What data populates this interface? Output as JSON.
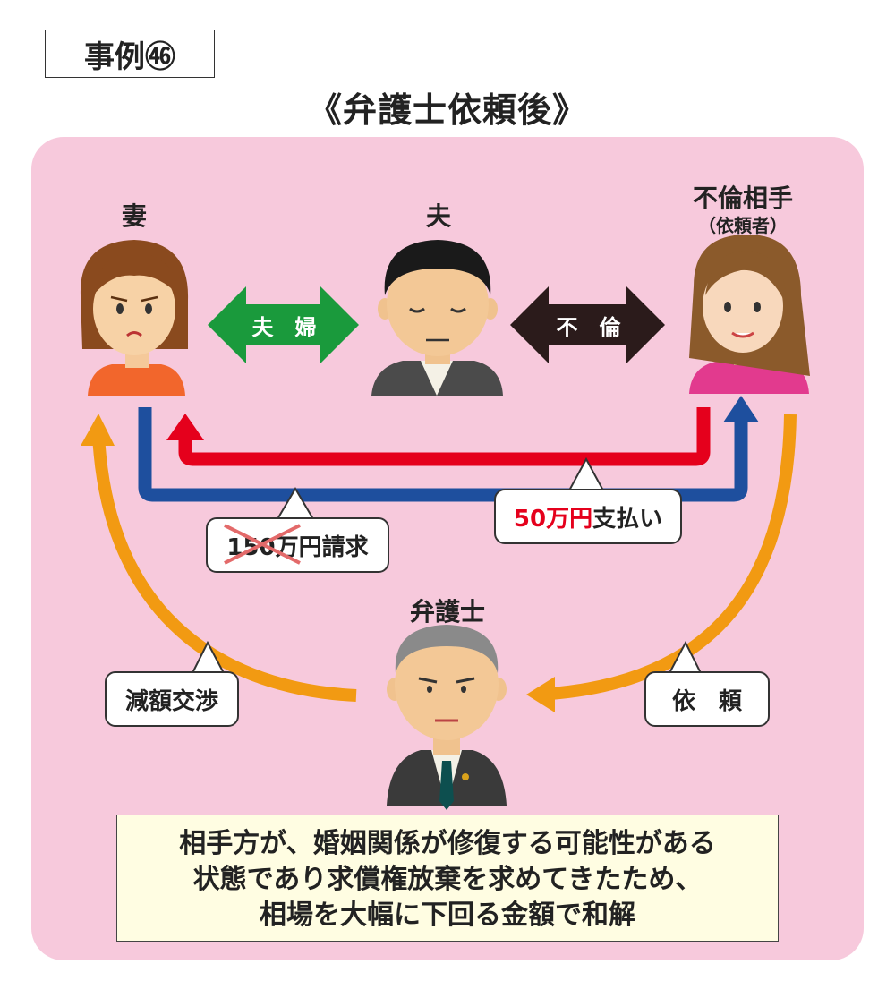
{
  "case_label": "事例㊻",
  "title": "《弁護士依頼後》",
  "people": {
    "wife": "妻",
    "husband": "夫",
    "partner": "不倫相手",
    "partner_sub": "（依頼者）",
    "lawyer": "弁護士"
  },
  "relations": {
    "couple": "夫　婦",
    "affair": "不　倫"
  },
  "callouts": {
    "claim_amount": "150万",
    "claim_suffix": "円請求",
    "paid_amount": "50万円",
    "paid_suffix": "支払い",
    "negotiation": "減額交渉",
    "request": "依　頼"
  },
  "note_lines": [
    "相手方が、婚姻関係が修復する可能性がある",
    "状態であり求償権放棄を求めてきたため、",
    "相場を大幅に下回る金額で和解"
  ],
  "colors": {
    "panel": "#f7c9dc",
    "couple_arrow": "#1a9a3c",
    "affair_arrow": "#2b1b1b",
    "claim_line": "#1e4f9e",
    "pay_line": "#e5001c",
    "orange_arrow": "#f29a12",
    "note_bg": "#fffde2"
  }
}
